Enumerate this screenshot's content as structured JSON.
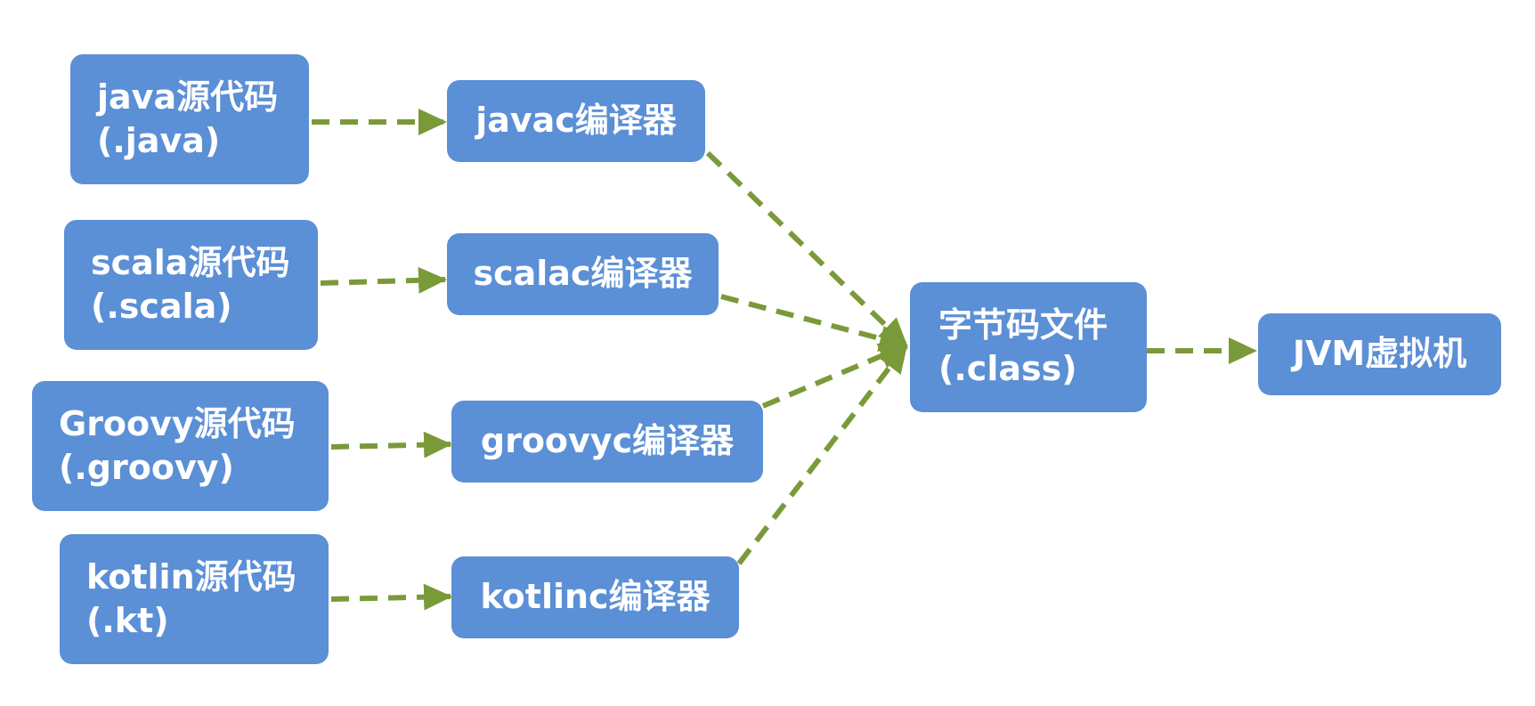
{
  "colors": {
    "box_fill": "#5b8fd6",
    "box_text": "#ffffff",
    "arrow": "#7a9a3a",
    "background": "#ffffff"
  },
  "sources": [
    {
      "name": "java源代码",
      "ext": "(.java)"
    },
    {
      "name": "scala源代码",
      "ext": "(.scala)"
    },
    {
      "name": "Groovy源代码",
      "ext": "(.groovy)"
    },
    {
      "name": "kotlin源代码",
      "ext": "(.kt)"
    }
  ],
  "compilers": [
    {
      "label": "javac编译器"
    },
    {
      "label": "scalac编译器"
    },
    {
      "label": "groovyc编译器"
    },
    {
      "label": "kotlinc编译器"
    }
  ],
  "bytecode": {
    "name": "字节码文件",
    "ext": "(.class)"
  },
  "vm": {
    "label": "JVM虚拟机"
  }
}
